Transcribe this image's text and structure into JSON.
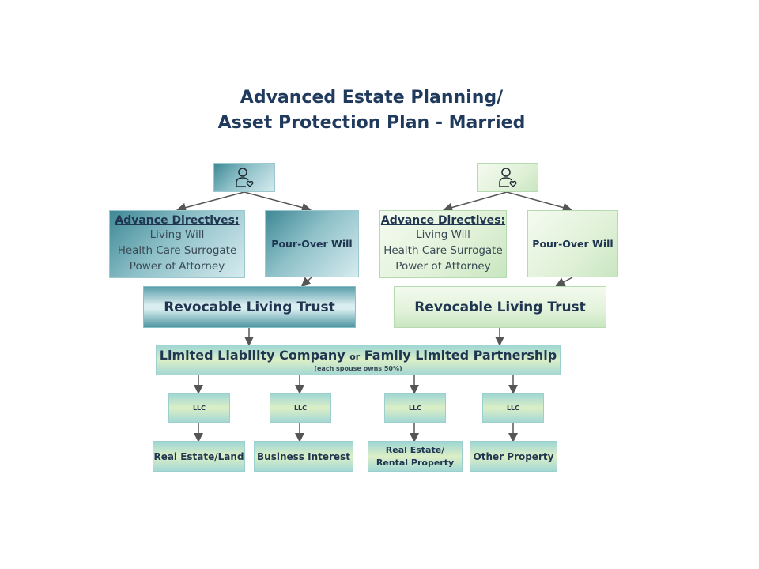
{
  "title": {
    "line1": "Advanced Estate Planning/",
    "line2": "Asset Protection Plan - Married"
  },
  "left": {
    "icon": "person-heart-icon",
    "advance_directives": {
      "heading": "Advance Directives:",
      "items": [
        "Living Will",
        "Health Care Surrogate",
        "Power of Attorney"
      ]
    },
    "pour_over": "Pour-Over Will",
    "trust": "Revocable Living Trust"
  },
  "right": {
    "icon": "person-heart-icon",
    "advance_directives": {
      "heading": "Advance Directives:",
      "items": [
        "Living Will",
        "Health Care Surrogate",
        "Power of Attorney"
      ]
    },
    "pour_over": "Pour-Over Will",
    "trust": "Revocable Living Trust"
  },
  "entity": {
    "part1": "Limited Liability Company",
    "or": "or",
    "part2": "Family Limited Partnership",
    "note": "(each spouse owns 50%)"
  },
  "llcs": [
    {
      "label": "LLC",
      "asset_line1": "Real Estate/Land",
      "asset_line2": ""
    },
    {
      "label": "LLC",
      "asset_line1": "Business Interest",
      "asset_line2": ""
    },
    {
      "label": "LLC",
      "asset_line1": "Real Estate/",
      "asset_line2": "Rental Property"
    },
    {
      "label": "LLC",
      "asset_line1": "Other Property",
      "asset_line2": ""
    }
  ],
  "colors": {
    "title": "#1f3a5c",
    "teal": "#3e8895",
    "green": "#e0f1d8",
    "arrow": "#555555"
  }
}
